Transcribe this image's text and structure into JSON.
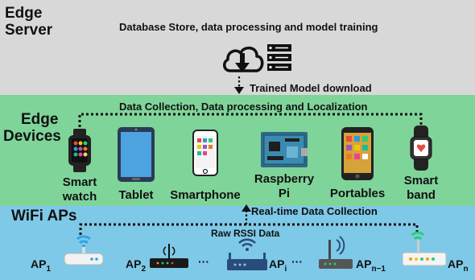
{
  "tiers": {
    "server": {
      "line1": "Edge",
      "line2": "Server"
    },
    "devices": {
      "line1": "Edge",
      "line2": "Devices"
    },
    "aps": {
      "label": "WiFi APs"
    }
  },
  "captions": {
    "server_title": "Database Store, data processing and model training",
    "model_download": "Trained Model download",
    "collection": "Data Collection, Data processing and Localization",
    "realtime": "Real-time Data Collection",
    "raw_rssi": "Raw RSSI Data"
  },
  "devices": [
    {
      "line1": "Smart",
      "line2": "watch"
    },
    {
      "line1": "Tablet",
      "line2": ""
    },
    {
      "line1": "Smartphone",
      "line2": ""
    },
    {
      "line1": "Raspberry",
      "line2": "Pi"
    },
    {
      "line1": "Portables",
      "line2": ""
    },
    {
      "line1": "Smart",
      "line2": "band"
    }
  ],
  "aps": [
    {
      "base": "AP",
      "sub": "1"
    },
    {
      "base": "AP",
      "sub": "2"
    },
    {
      "base": "AP",
      "sub": "i"
    },
    {
      "base": "AP",
      "sub": "n−1"
    },
    {
      "base": "AP",
      "sub": "n"
    }
  ],
  "ellipsis": "···",
  "colors": {
    "server_bg": "#d8d8d8",
    "devices_bg": "#7fd49a",
    "aps_bg": "#7ec9e8",
    "router_signal": "#2fa4e7",
    "dark": "#1a1a1a"
  }
}
